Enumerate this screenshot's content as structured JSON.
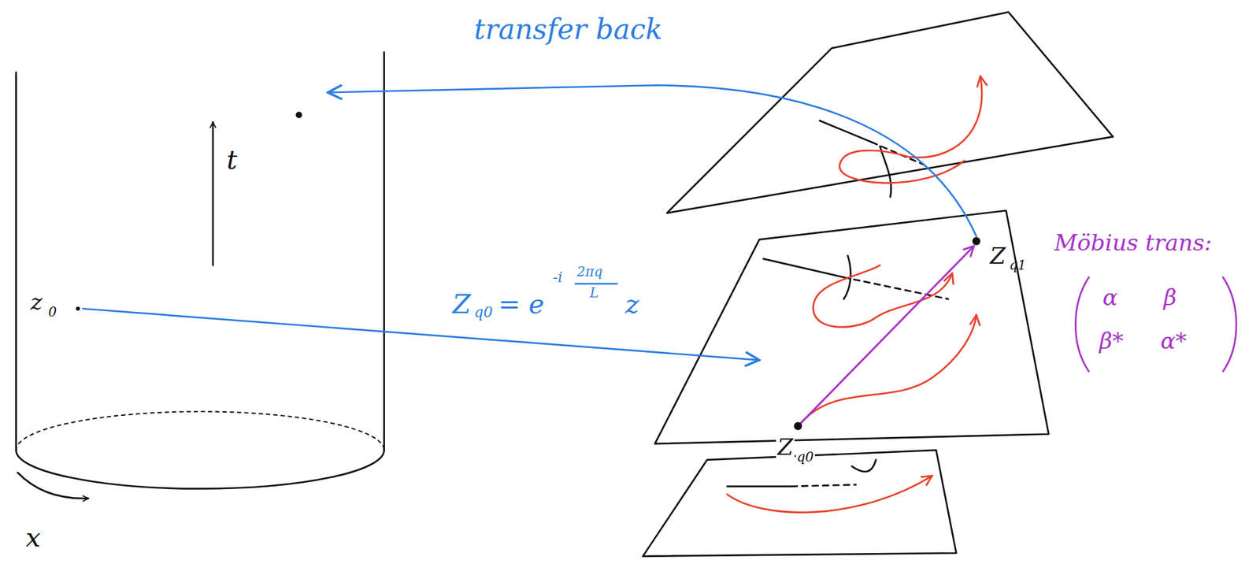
{
  "diagram": {
    "labels": [
      "transfer back",
      "t",
      "z",
      "0",
      "x",
      "Z",
      "q0",
      "= e",
      "-i",
      "2πq",
      "L",
      "z",
      "Z",
      "q0",
      "Z",
      "q1",
      "Möbius trans:",
      "α",
      "β",
      "β*",
      "α*"
    ]
  }
}
